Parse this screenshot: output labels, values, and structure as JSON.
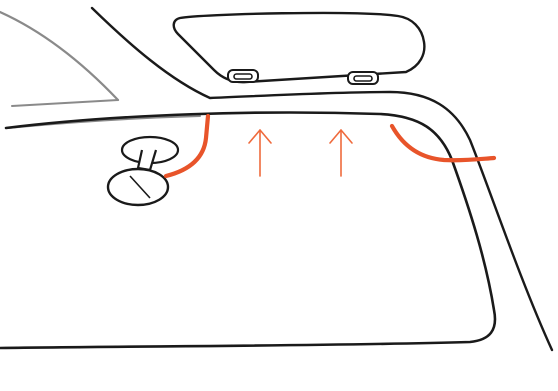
{
  "diagram": {
    "subject": "dash-cam-cable-routing",
    "colors": {
      "outline": "#1a1a1a",
      "cable": "#e8542a",
      "arrow": "#ef6a3c",
      "background": "#ffffff",
      "mirror_fill": "#ffffff"
    },
    "arrows": {
      "count": 2,
      "direction": "up"
    }
  }
}
